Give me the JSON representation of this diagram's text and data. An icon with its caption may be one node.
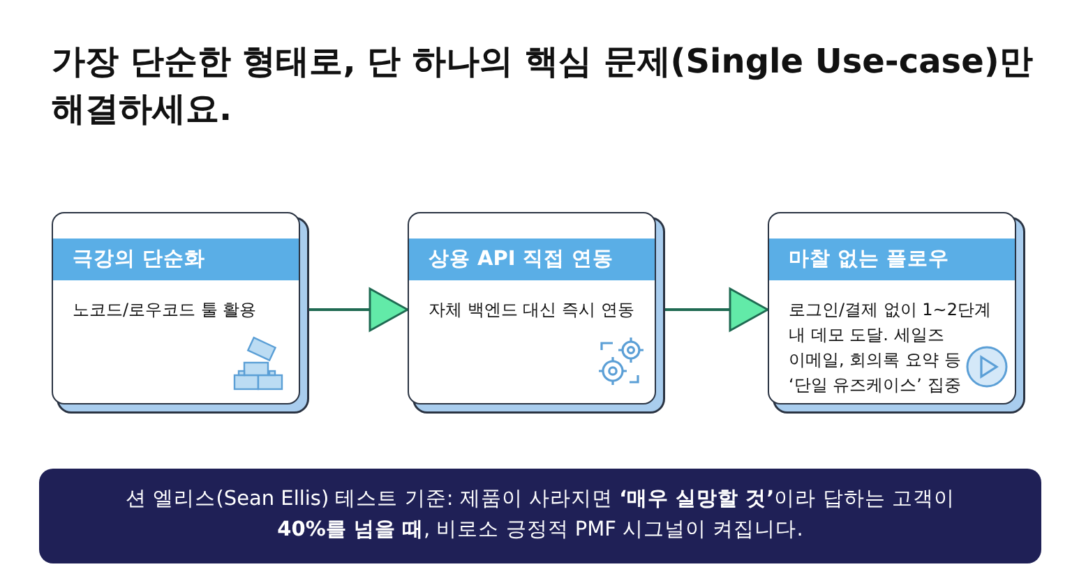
{
  "diagram": {
    "title": "가장 단순한 형태로, 단 하나의 핵심 문제(Single Use-case)만 해결하세요.",
    "nodes": [
      {
        "text": [
          "극강의 단순화",
          "노코드/로우코드 툴 활용"
        ]
      },
      {
        "text": [
          "상용 API 직접 연동",
          "자체 백엔드 대신 즉시 연동"
        ]
      },
      {
        "text": [
          "마찰 없는 플로우",
          "로그인/결제 없이 1~2단계 내 데모 도달. 세일즈 이메일, 회의록 요약 등 ‘단일 유즈케이스’ 집중"
        ]
      },
      {
        "text": [
          "션 엘리스(Sean Ellis) 테스트 기준: 제품이 사라지면 **‘매우 실망할 것’**이라 답하는 고객이 **40%를 넘을 때**, 비로소 긍정적 PMF 시그널이 켜집니다."
        ]
      }
    ],
    "edges": [
      {
        "from": 0,
        "to": 1,
        "arrow": "to"
      },
      {
        "from": 1,
        "to": 2,
        "arrow": "to"
      }
    ]
  }
}
